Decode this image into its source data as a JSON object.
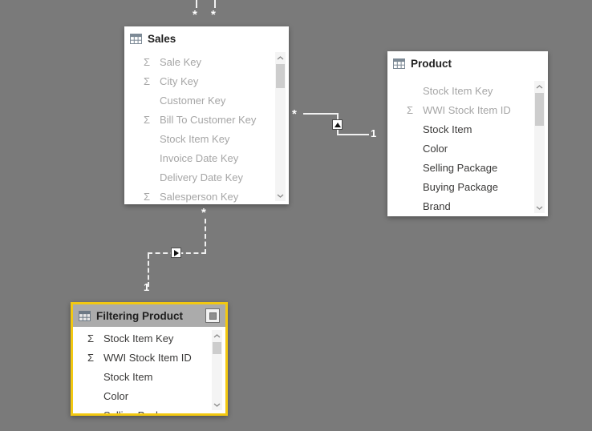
{
  "glyphs": {
    "sigma": "Σ"
  },
  "colors": {
    "canvas_bg": "#7a7a7a",
    "card_bg": "#ffffff",
    "selection_border": "#f2c811",
    "selected_header_bg": "#ababab",
    "relationship_line": "#f1f1f1",
    "hidden_field_text": "#a6a6a6",
    "field_text": "#3b3a39",
    "title_text": "#1f1f1f"
  },
  "tables": [
    {
      "title": "Sales",
      "selected": false,
      "fields": [
        {
          "name": "Sale Key",
          "sigma": true,
          "hidden": true
        },
        {
          "name": "City Key",
          "sigma": true,
          "hidden": true
        },
        {
          "name": "Customer Key",
          "sigma": false,
          "hidden": true
        },
        {
          "name": "Bill To Customer Key",
          "sigma": true,
          "hidden": true
        },
        {
          "name": "Stock Item Key",
          "sigma": false,
          "hidden": true
        },
        {
          "name": "Invoice Date Key",
          "sigma": false,
          "hidden": true
        },
        {
          "name": "Delivery Date Key",
          "sigma": false,
          "hidden": true
        },
        {
          "name": "Salesperson Key",
          "sigma": true,
          "hidden": true
        }
      ]
    },
    {
      "title": "Product",
      "selected": false,
      "fields": [
        {
          "name": "Stock Item Key",
          "sigma": false,
          "hidden": true
        },
        {
          "name": "WWI Stock Item ID",
          "sigma": true,
          "hidden": true
        },
        {
          "name": "Stock Item",
          "sigma": false,
          "hidden": false
        },
        {
          "name": "Color",
          "sigma": false,
          "hidden": false
        },
        {
          "name": "Selling Package",
          "sigma": false,
          "hidden": false
        },
        {
          "name": "Buying Package",
          "sigma": false,
          "hidden": false
        },
        {
          "name": "Brand",
          "sigma": false,
          "hidden": false
        }
      ]
    },
    {
      "title": "Filtering Product",
      "selected": true,
      "fields": [
        {
          "name": "Stock Item Key",
          "sigma": true,
          "hidden": false
        },
        {
          "name": "WWI Stock Item ID",
          "sigma": true,
          "hidden": false
        },
        {
          "name": "Stock Item",
          "sigma": false,
          "hidden": false
        },
        {
          "name": "Color",
          "sigma": false,
          "hidden": false
        },
        {
          "name": "Selling Package",
          "sigma": false,
          "hidden": false
        }
      ]
    }
  ],
  "relationships": {
    "sales_product": {
      "style": "solid",
      "many_label": "*",
      "one_label": "1"
    },
    "sales_filtering_product": {
      "style": "dashed",
      "many_label": "*",
      "one_label": "1"
    },
    "top_edge_1": {
      "many_label": "*"
    },
    "top_edge_2": {
      "many_label": "*"
    }
  }
}
